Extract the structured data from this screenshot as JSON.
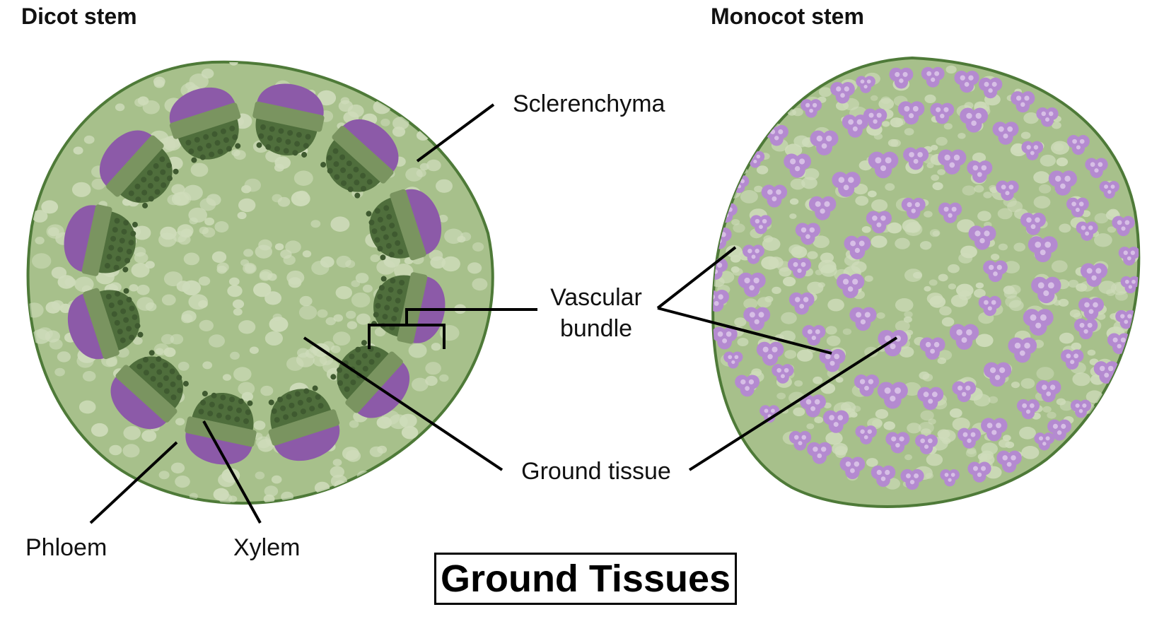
{
  "panels": {
    "dicot": {
      "title": "Dicot stem"
    },
    "monocot": {
      "title": "Monocot stem"
    }
  },
  "labels": {
    "sclerenchyma": "Sclerenchyma",
    "vascular_bundle_line1": "Vascular",
    "vascular_bundle_line2": "bundle",
    "ground_tissue": "Ground tissue",
    "phloem": "Phloem",
    "xylem": "Xylem"
  },
  "caption": "Ground Tissues",
  "colors": {
    "ground_tissue": "#a7c08b",
    "outline": "#4e7a38",
    "parenchyma_cells": "#cfdcbb",
    "xylem": "#4f6e3c",
    "phloem": "#8c5aa8",
    "cambium_band": "#7a9460",
    "monocot_bundle": "#b48ad0",
    "monocot_bundle_light": "#d7bfe6"
  },
  "counts": {
    "dicot_vascular_bundles": 12
  }
}
